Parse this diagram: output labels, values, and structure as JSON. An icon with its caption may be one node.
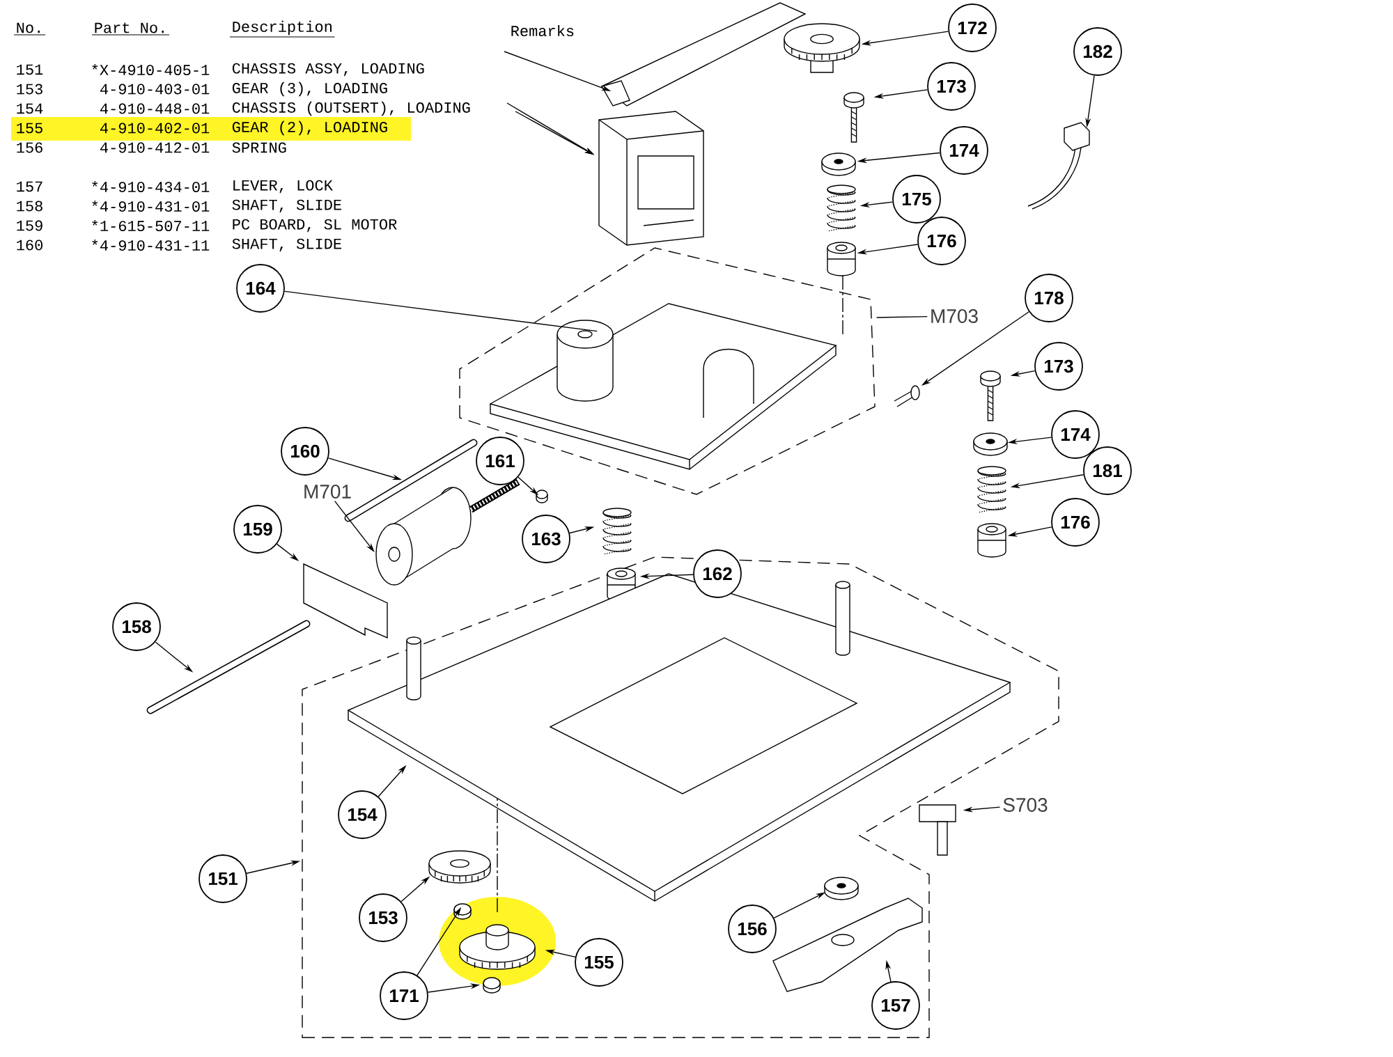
{
  "diagram": {
    "nodes": [
      {
        "text": [
          "172"
        ]
      },
      {
        "text": [
          "173"
        ]
      },
      {
        "text": [
          "174"
        ]
      },
      {
        "text": [
          "175"
        ]
      },
      {
        "text": [
          "176"
        ]
      },
      {
        "text": [
          "182"
        ]
      },
      {
        "text": [
          "164"
        ]
      },
      {
        "text": [
          "178"
        ]
      },
      {
        "text": [
          "M703"
        ]
      },
      {
        "text": [
          "173"
        ]
      },
      {
        "text": [
          "174"
        ]
      },
      {
        "text": [
          "181"
        ]
      },
      {
        "text": [
          "176"
        ]
      },
      {
        "text": [
          "160"
        ]
      },
      {
        "text": [
          "161"
        ]
      },
      {
        "text": [
          "M701"
        ]
      },
      {
        "text": [
          "159"
        ]
      },
      {
        "text": [
          "163"
        ]
      },
      {
        "text": [
          "162"
        ]
      },
      {
        "text": [
          "158"
        ]
      },
      {
        "text": [
          "154"
        ],
        "in": 58
      },
      {
        "text": [
          "S703"
        ]
      },
      {
        "text": [
          "151"
        ]
      },
      {
        "text": [
          "153"
        ],
        "in": 58
      },
      {
        "text": [
          "155"
        ],
        "in": 58
      },
      {
        "text": [
          "171"
        ],
        "in": 58
      },
      {
        "text": [
          "156"
        ],
        "in": 58
      },
      {
        "text": [
          "157"
        ],
        "in": 58
      },
      {
        "text": [],
        "shape": "picture"
      },
      {
        "text": [],
        "shape": "gear"
      },
      {
        "text": [],
        "shape": "picture"
      },
      {
        "text": [],
        "shape": "screw"
      },
      {
        "text": [],
        "shape": "washer"
      },
      {
        "text": [],
        "shape": "spring"
      },
      {
        "text": [],
        "shape": "cylinder"
      },
      {
        "text": [],
        "shape": "picture"
      },
      {
        "text": [],
        "shape": "picture",
        "in": 51
      },
      {
        "text": [],
        "shape": "picture"
      },
      {
        "text": [],
        "shape": "screw"
      },
      {
        "text": [],
        "shape": "washer"
      },
      {
        "text": [],
        "shape": "spring"
      },
      {
        "text": [],
        "shape": "cylinder"
      },
      {
        "text": [],
        "shape": "bar"
      },
      {
        "text": [],
        "shape": "circle"
      },
      {
        "text": [],
        "shape": "picture"
      },
      {
        "text": [],
        "shape": "picture"
      },
      {
        "text": [],
        "shape": "spring"
      },
      {
        "text": [],
        "shape": "cylinder",
        "in": 58
      },
      {
        "text": [],
        "shape": "bar"
      },
      {
        "text": [],
        "shape": "picture",
        "in": 58
      },
      {
        "text": [],
        "shape": "picture"
      },
      {
        "text": [],
        "shape": "box"
      },
      {
        "text": [],
        "shape": "gear",
        "in": 58
      },
      {
        "text": [],
        "shape": "circle",
        "in": 58
      },
      {
        "text": [],
        "shape": "gear",
        "in": 58
      },
      {
        "text": [],
        "shape": "circle",
        "in": 58
      },
      {
        "text": [],
        "shape": "washer",
        "in": 58
      },
      {
        "text": [],
        "shape": "picture",
        "in": 58
      },
      {
        "text": [],
        "shape": "box"
      }
    ],
    "edges": [
      {
        "from": null,
        "to": 28,
        "arrow": "to"
      },
      {
        "from": null,
        "to": 30,
        "arrow": "to"
      },
      {
        "from": null,
        "to": 30,
        "arrow": "to"
      },
      {
        "from": 0,
        "to": 29,
        "arrow": "to"
      },
      {
        "from": 1,
        "to": 31,
        "arrow": "to"
      },
      {
        "from": 2,
        "to": 32,
        "arrow": "to"
      },
      {
        "from": 3,
        "to": 33,
        "arrow": "to"
      },
      {
        "from": 4,
        "to": 34,
        "arrow": "to"
      },
      {
        "from": 5,
        "to": 35,
        "arrow": "to"
      },
      {
        "from": 6,
        "to": 36,
        "arrow": "none"
      },
      {
        "from": 7,
        "to": 37,
        "arrow": "to"
      },
      {
        "from": 8,
        "to": 51,
        "arrow": "none"
      },
      {
        "from": 9,
        "to": 38,
        "arrow": "to"
      },
      {
        "from": 10,
        "to": 39,
        "arrow": "to"
      },
      {
        "from": 11,
        "to": 40,
        "arrow": "to"
      },
      {
        "from": 12,
        "to": 41,
        "arrow": "to"
      },
      {
        "from": 13,
        "to": 42,
        "arrow": "to"
      },
      {
        "from": 14,
        "to": 43,
        "arrow": "to"
      },
      {
        "from": 15,
        "to": 44,
        "arrow": "to"
      },
      {
        "from": 16,
        "to": 45,
        "arrow": "to"
      },
      {
        "from": 17,
        "to": 46,
        "arrow": "to"
      },
      {
        "from": 18,
        "to": 47,
        "arrow": "to"
      },
      {
        "from": 19,
        "to": 48,
        "arrow": "to"
      },
      {
        "from": 20,
        "to": 49,
        "arrow": "to"
      },
      {
        "from": 21,
        "to": 50,
        "arrow": "to"
      },
      {
        "from": 22,
        "to": 58,
        "arrow": "to"
      },
      {
        "from": 23,
        "to": 52,
        "arrow": "to"
      },
      {
        "from": 24,
        "to": 54,
        "arrow": "to"
      },
      {
        "from": 25,
        "to": 53,
        "arrow": "to"
      },
      {
        "from": 25,
        "to": 55,
        "arrow": "to"
      },
      {
        "from": 26,
        "to": 56,
        "arrow": "to"
      },
      {
        "from": 27,
        "to": 57,
        "arrow": "to"
      }
    ],
    "labels": [
      "No.",
      "Part No.",
      "Description",
      "Remarks",
      "151",
      "*X-4910-405-1",
      "CHASSIS ASSY, LOADING",
      "153",
      "4-910-403-01",
      "GEAR (3), LOADING",
      "154",
      "4-910-448-01",
      "CHASSIS (OUTSERT), LOADING",
      "155",
      "4-910-402-01",
      "GEAR (2), LOADING",
      "156",
      "4-910-412-01",
      "SPRING",
      "157",
      "*4-910-434-01",
      "LEVER, LOCK",
      "158",
      "*4-910-431-01",
      "SHAFT, SLIDE",
      "159",
      "*1-615-507-11",
      "PC BOARD, SL MOTOR",
      "160",
      "*4-910-431-11",
      "SHAFT, SLIDE"
    ]
  }
}
